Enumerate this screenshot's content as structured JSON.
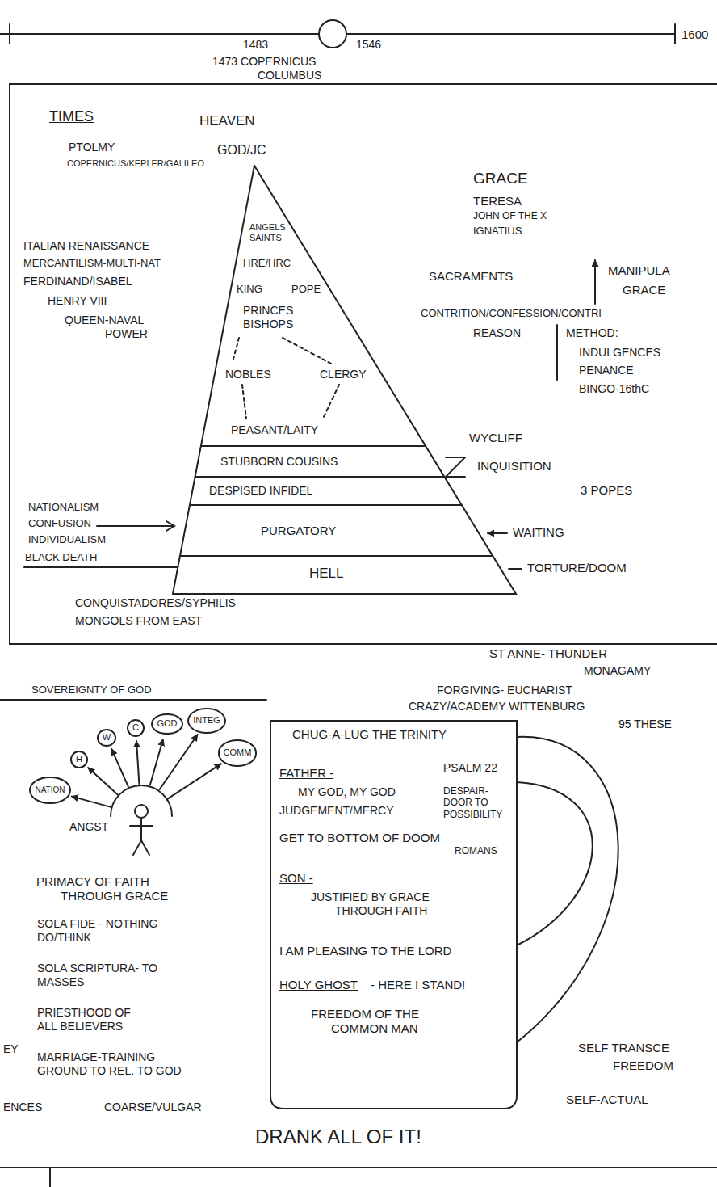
{
  "diagram": {
    "nodes": [
      {
        "text": [
          "HEAVEN",
          "GOD/JC",
          "ANGELS SAINTS",
          "HRE/HRC",
          "KING",
          "POPE",
          "PRINCES BISHOPS",
          "NOBLES",
          "CLERGY",
          "PEASANT/LAITY",
          "STUBBORN COUSINS",
          "DESPISED INFIDEL",
          "PURGATORY",
          "HELL"
        ]
      },
      {
        "text": [
          "W"
        ]
      },
      {
        "text": [
          "C"
        ]
      },
      {
        "text": [
          "GOD"
        ]
      },
      {
        "text": [
          "INTEG"
        ]
      },
      {
        "text": [
          "H"
        ]
      },
      {
        "text": [
          "COMM"
        ]
      },
      {
        "text": [
          "NATION"
        ]
      },
      {
        "text": [
          "CHUG-A-LUG THE TRINITY",
          "FATHER -",
          "PSALM 22",
          "MY GOD, MY GOD",
          "DESPAIR- DOOR TO POSSIBILITY",
          "JUDGEMENT/MERCY",
          "GET TO BOTTOM OF DOOM",
          "ROMANS",
          "SON -",
          "JUSTIFIED BY GRACE THROUGH FAITH",
          "I AM PLEASING TO THE LORD",
          "HOLY GHOST",
          "- HERE I STAND!",
          "FREEDOM OF THE COMMON MAN"
        ]
      }
    ],
    "labels": [
      "1483",
      "1546",
      "1600",
      "1473 COPERNICUS",
      "COLUMBUS",
      "TIMES",
      "PTOLMY",
      "COPERNICUS/KEPLER/GALILEO",
      "GRACE",
      "TERESA",
      "JOHN OF THE X",
      "IGNATIUS",
      "ITALIAN RENAISSANCE",
      "MERCANTILISM-MULTI-NAT",
      "FERDINAND/ISABEL",
      "SACRAMENTS",
      "MANIPULA",
      "GRACE",
      "HENRY VIII",
      "QUEEN-NAVAL POWER",
      "CONTRITION/CONFESSION/CONTRI",
      "REASON",
      "METHOD:",
      "INDULGENCES",
      "PENANCE",
      "BINGO-16thC",
      "WYCLIFF",
      "INQUISITION",
      "3 POPES",
      "NATIONALISM",
      "CONFUSION",
      "INDIVIDUALISM",
      "BLACK DEATH",
      "WAITING",
      "TORTURE/DOOM",
      "CONQUISTADORES/SYPHILIS",
      "MONGOLS FROM EAST",
      "ST ANNE- THUNDER",
      "MONAGAMY",
      "FORGIVING- EUCHARIST",
      "CRAZY/ACADEMY WITTENBURG",
      "95 THESE",
      "SOVEREIGNTY OF GOD",
      "ANGST",
      "PRIMACY OF FAITH THROUGH GRACE",
      "SOLA FIDE - NOTHING DO/THINK",
      "SOLA SCRIPTURA- TO MASSES",
      "PRIESTHOOD OF ALL BELIEVERS",
      "SELF TRANSCE",
      "FREEDOM",
      "EY",
      "MARRIAGE-TRAINING GROUND TO REL. TO GOD",
      "SELF-ACTUAL",
      "ENCES",
      "COARSE/VULGAR",
      "DRANK ALL OF IT!"
    ]
  }
}
